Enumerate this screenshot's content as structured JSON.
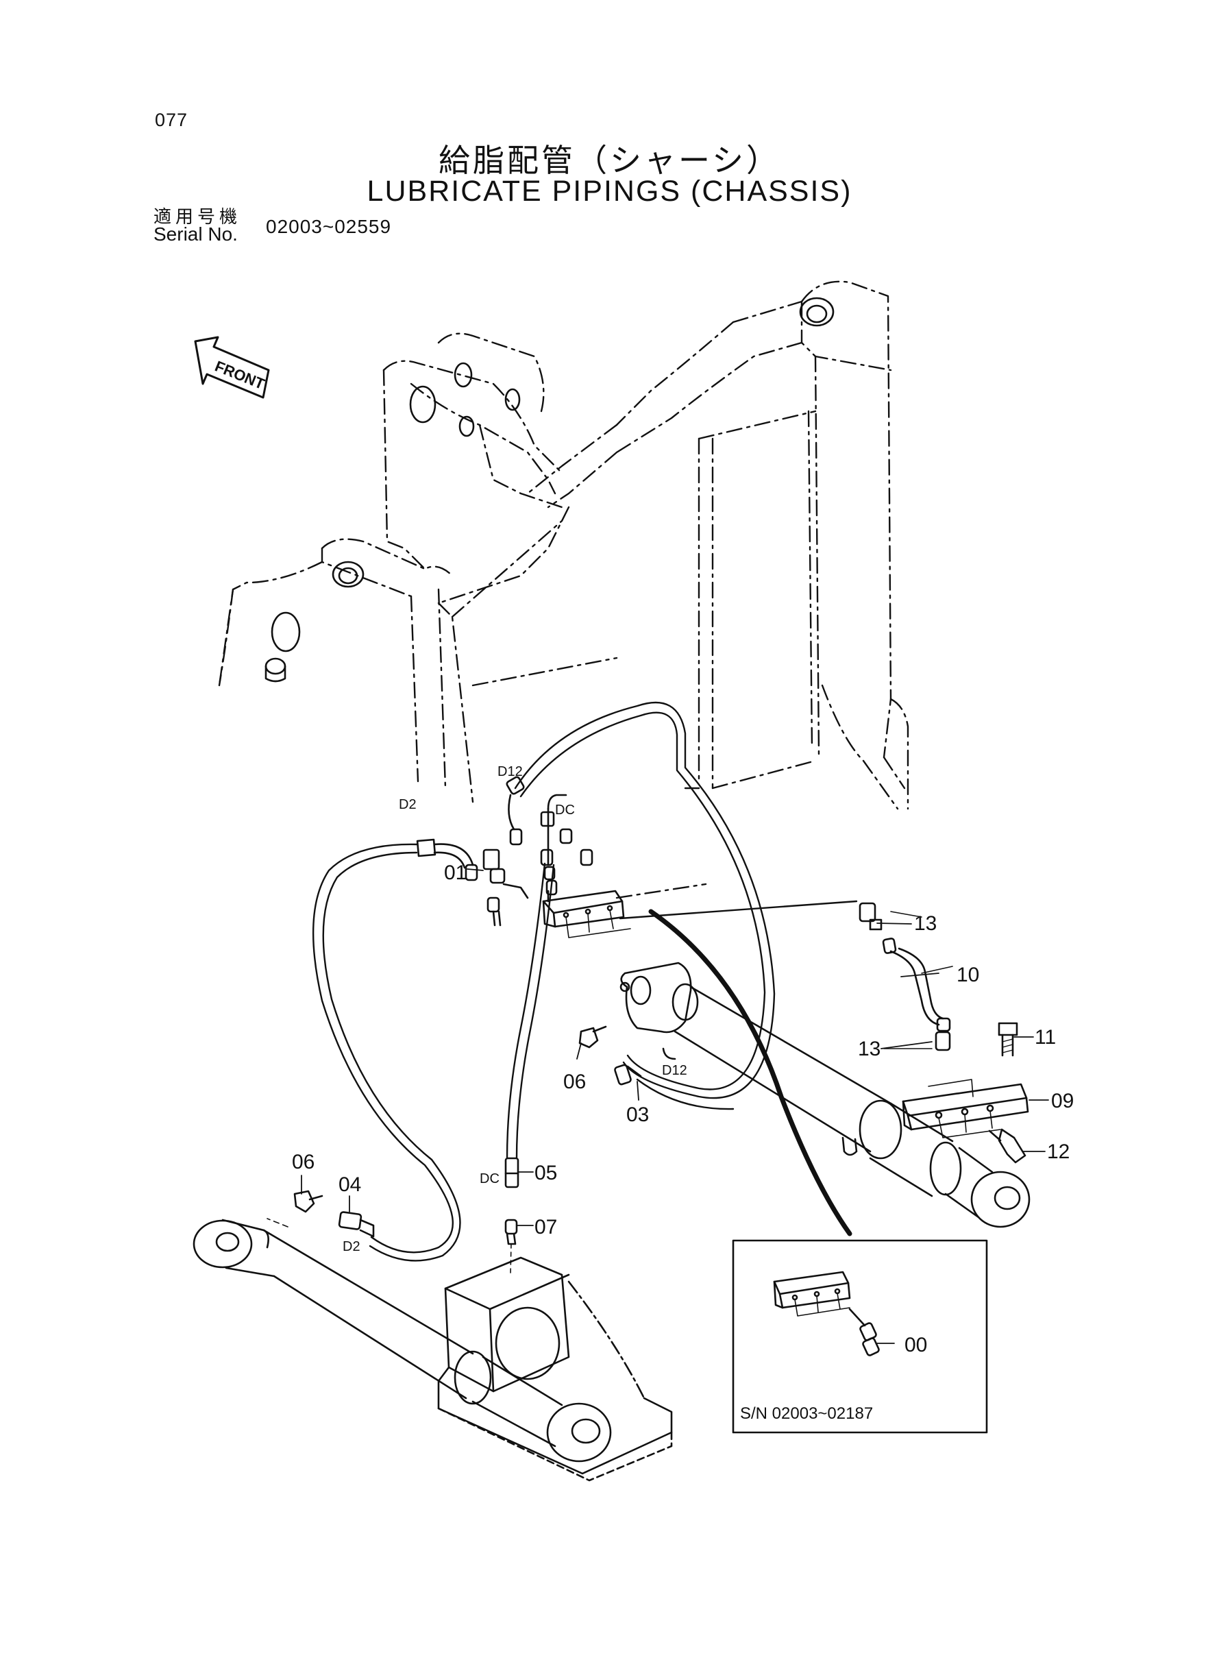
{
  "header": {
    "page_number": "077",
    "title_jp": "給脂配管（シャーシ）",
    "title_en": "LUBRICATE PIPINGS (CHASSIS)",
    "serial_label_jp": "適用号機",
    "serial_label_en": "Serial No.",
    "serial_range": "02003~02559"
  },
  "diagram": {
    "front_label": "FRONT",
    "parts": [
      {
        "key": "p00",
        "label": "00"
      },
      {
        "key": "p01",
        "label": "01"
      },
      {
        "key": "p03",
        "label": "03"
      },
      {
        "key": "p04",
        "label": "04"
      },
      {
        "key": "p05",
        "label": "05"
      },
      {
        "key": "p06a",
        "label": "06"
      },
      {
        "key": "p06b",
        "label": "06"
      },
      {
        "key": "p07",
        "label": "07"
      },
      {
        "key": "p09",
        "label": "09"
      },
      {
        "key": "p10",
        "label": "10"
      },
      {
        "key": "p11",
        "label": "11"
      },
      {
        "key": "p12",
        "label": "12"
      },
      {
        "key": "p13a",
        "label": "13"
      },
      {
        "key": "p13b",
        "label": "13"
      }
    ],
    "fitting_codes": {
      "d2_top": "D2",
      "d2_bottom": "D2",
      "d12_top": "D12",
      "d12_mid": "D12",
      "dc_top": "DC",
      "dc_bottom": "DC"
    },
    "inset": {
      "serial_note": "S/N 02003~02187"
    }
  }
}
